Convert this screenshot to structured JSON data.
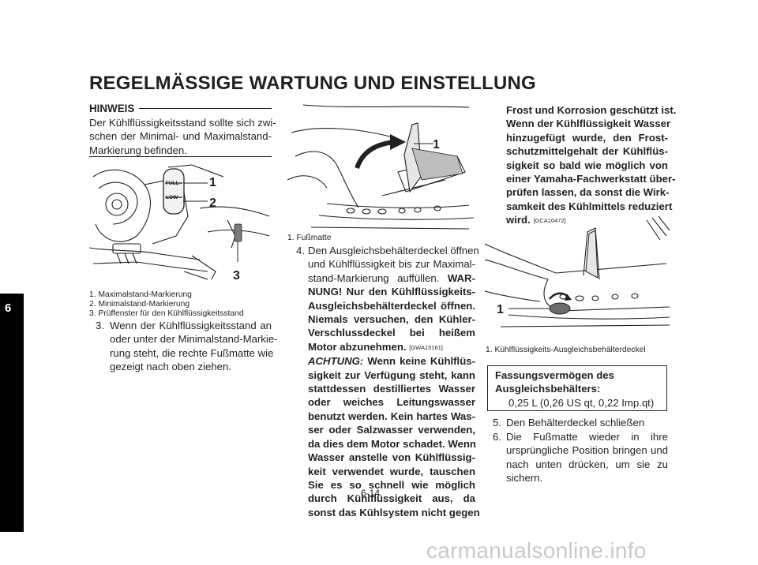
{
  "header": {
    "title": "REGELMÄSSIGE WARTUNG UND EINSTELLUNG"
  },
  "chapter_tab": {
    "number": "6"
  },
  "col1": {
    "note_heading": "HINWEIS",
    "note_lines": [
      "Der Kühlflüssigkeitsstand sollte sich zwi-",
      "schen der Minimal- und Maximalstand-",
      "Markierung befinden."
    ],
    "figure1": {
      "callouts": [
        "1",
        "2",
        "3"
      ],
      "gauge_full": "FULL",
      "gauge_low": "LOW"
    },
    "captions": [
      "1. Maximalstand-Markierung",
      "2. Minimalstand-Markierung",
      "3. Prüffenster für den Kühlflüssigkeitsstand"
    ],
    "step3_number": "3.",
    "step3_lines": [
      "Wenn der Kühlflüssigkeitsstand an",
      "oder unter der Minimalstand-Markie-",
      "rung steht, die rechte Fußmatte wie",
      "gezeigt nach oben ziehen."
    ]
  },
  "col2": {
    "figure2": {
      "callouts": [
        "1"
      ]
    },
    "caption": "1. Fußmatte",
    "step4_number": "4.",
    "step4_line1": "Den Ausgleichsbehälterdeckel öffnen",
    "step4_line2": "und Kühlflüssigkeit bis zur Maximal-",
    "step4_line3_normal": "stand-Markierung auffüllen.",
    "step4_line3_bold": "WAR-",
    "warning_lines": [
      "NUNG! Nur den Kühlflüssigkeits-",
      "Ausgleichsbehälterdeckel öffnen.",
      "Niemals versuchen, den Kühler-",
      "Verschlussdeckel bei heißem"
    ],
    "warning_last": "Motor abzunehmen.",
    "warning_code": "[GWA15161]",
    "caution_label": "ACHTUNG:",
    "caution_first": "Wenn keine Kühlflüs-",
    "caution_lines": [
      "sigkeit zur Verfügung steht, kann",
      "stattdessen destilliertes Wasser",
      "oder weiches Leitungswasser",
      "benutzt werden. Kein hartes Was-",
      "ser oder Salzwasser verwenden,",
      "da dies dem Motor schadet. Wenn",
      "Wasser anstelle von Kühlflüssig-",
      "keit verwendet wurde, tauschen",
      "Sie es so schnell wie möglich",
      "durch Kühlflüssigkeit aus, da",
      "sonst das Kühlsystem nicht gegen"
    ]
  },
  "col3": {
    "caution_cont_lines": [
      "Frost und Korrosion geschützt ist.",
      "Wenn der Kühlflüssigkeit Wasser",
      "hinzugefügt wurde, den Frost-",
      "schutzmittelgehalt der Kühlflüs-",
      "sigkeit so bald wie möglich von",
      "einer Yamaha-Fachwerkstatt über-",
      "prüfen lassen, da sonst die Wirk-",
      "samkeit des Kühlmittels reduziert"
    ],
    "caution_last": "wird.",
    "caution_code": "[GCA10472]",
    "figure3": {
      "callouts": [
        "1"
      ]
    },
    "caption": "1. Kühlflüssigkeits-Ausgleichsbehälterdeckel",
    "spec_title_1": "Fassungsvermögen des",
    "spec_title_2": "Ausgleichsbehälters:",
    "spec_value": "0,25 L (0,26 US qt, 0,22 Imp.qt)",
    "step5_number": "5.",
    "step5_text": "Den Behälterdeckel schließen",
    "step6_number": "6.",
    "step6_lines": [
      "Die Fußmatte wieder in ihre",
      "ursprüngliche Position bringen und",
      "nach unten drücken, um sie zu",
      "sichern."
    ]
  },
  "footer": {
    "page_number": "6-14"
  },
  "watermark": "carmanualsonline.info"
}
